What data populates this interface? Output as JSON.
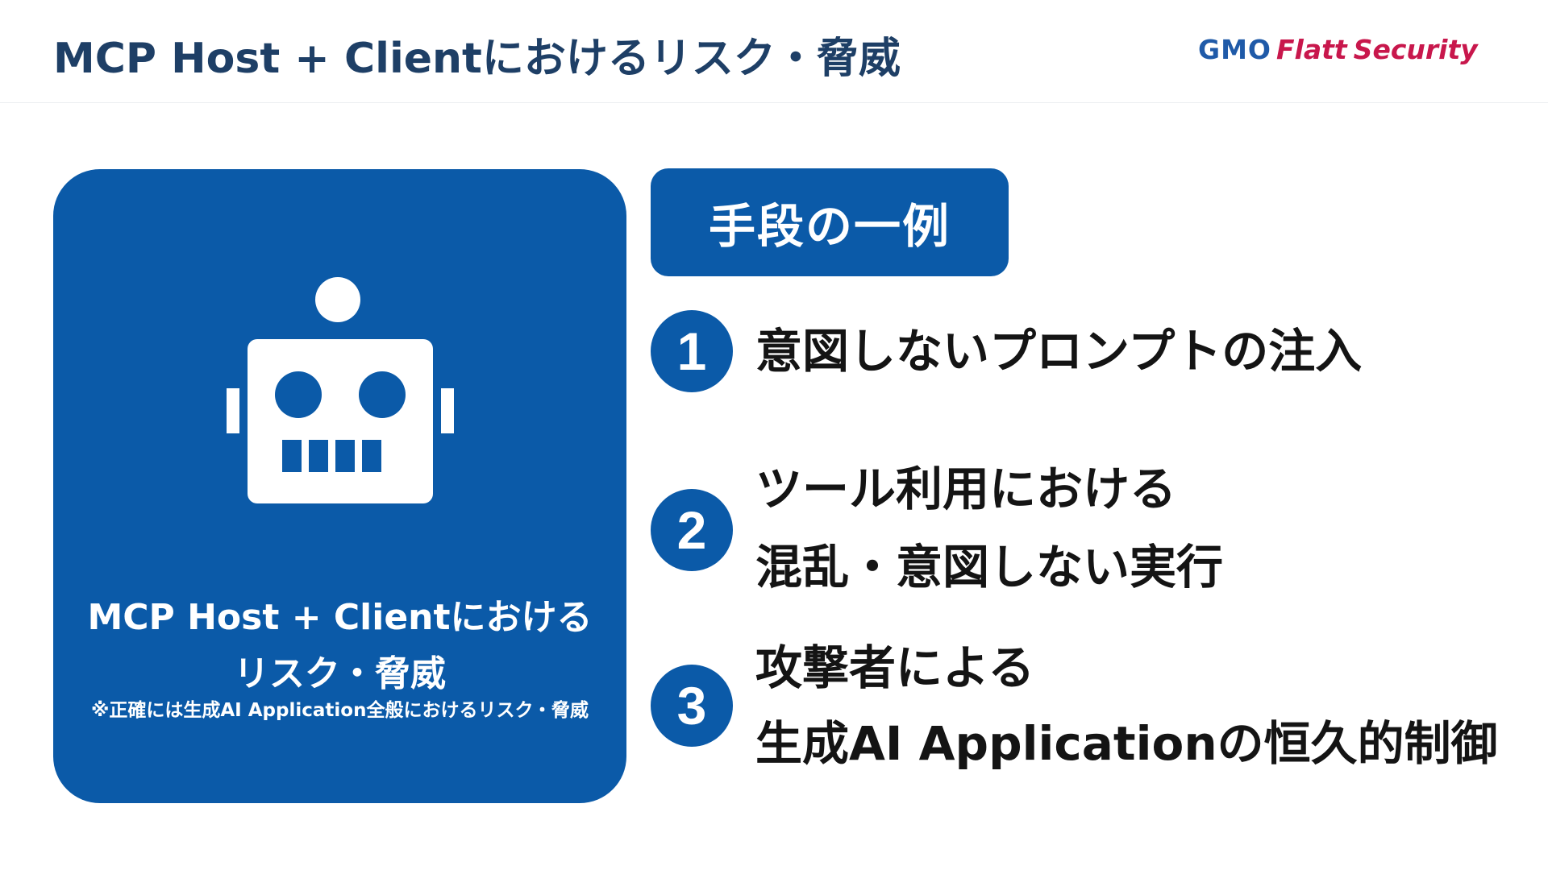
{
  "header": {
    "title": "MCP Host + Clientにおけるリスク・脅威",
    "logo": {
      "gmo": "GMO",
      "flatt": "Flatt",
      "security": "Security"
    }
  },
  "card": {
    "icon": "robot-icon",
    "title_line1": "MCP Host + Clientにおける",
    "title_line2": "リスク・脅威",
    "note": "※正確には生成AI Application全般におけるリスク・脅威"
  },
  "methods": {
    "heading": "手段の一例",
    "items": [
      {
        "number": "1",
        "line1": "意図しないプロンプトの注入",
        "line2": ""
      },
      {
        "number": "2",
        "line1": "ツール利用における",
        "line2": "混乱・意図しない実行"
      },
      {
        "number": "3",
        "line1": "攻撃者による",
        "line2": "生成AI Applicationの恒久的制御"
      }
    ]
  },
  "colors": {
    "title": "#1e3f66",
    "accent_blue": "#0b5aa8",
    "logo_blue": "#1f5aa8",
    "logo_red": "#c8174c",
    "text": "#141414"
  }
}
